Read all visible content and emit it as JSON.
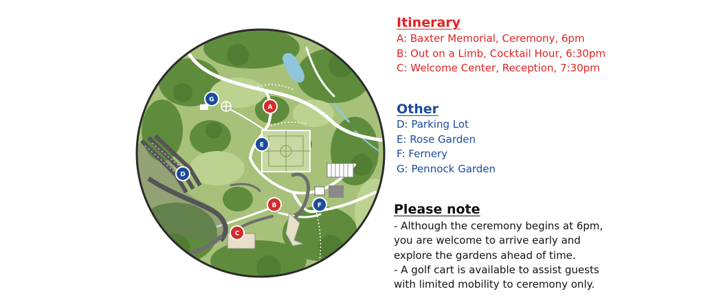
{
  "itinerary": {
    "heading": "Itinerary",
    "color": "#e42223",
    "items": [
      "A: Baxter Memorial, Ceremony, 6pm",
      "B: Out on a Limb, Cocktail Hour, 6:30pm",
      "C: Welcome Center, Reception, 7:30pm"
    ]
  },
  "other": {
    "heading": "Other",
    "color": "#1a4b9c",
    "items": [
      "D: Parking Lot",
      "E: Rose Garden",
      "F: Fernery",
      "G: Pennock Garden"
    ]
  },
  "note": {
    "heading": "Please note",
    "lines": [
      "- Although the ceremony begins at 6pm,",
      "you are welcome to arrive early and",
      "explore the gardens ahead of time.",
      "- A  golf cart is available to assist guests",
      "with limited mobility to ceremony only."
    ]
  },
  "map": {
    "markers": [
      {
        "letter": "A",
        "type": "itinerary",
        "color": "#d62a2a"
      },
      {
        "letter": "B",
        "type": "itinerary",
        "color": "#d62a2a"
      },
      {
        "letter": "C",
        "type": "itinerary",
        "color": "#d62a2a"
      },
      {
        "letter": "D",
        "type": "other",
        "color": "#1a4b9c"
      },
      {
        "letter": "E",
        "type": "other",
        "color": "#1a4b9c"
      },
      {
        "letter": "F",
        "type": "other",
        "color": "#1a4b9c"
      },
      {
        "letter": "G",
        "type": "other",
        "color": "#1a4b9c"
      }
    ]
  }
}
